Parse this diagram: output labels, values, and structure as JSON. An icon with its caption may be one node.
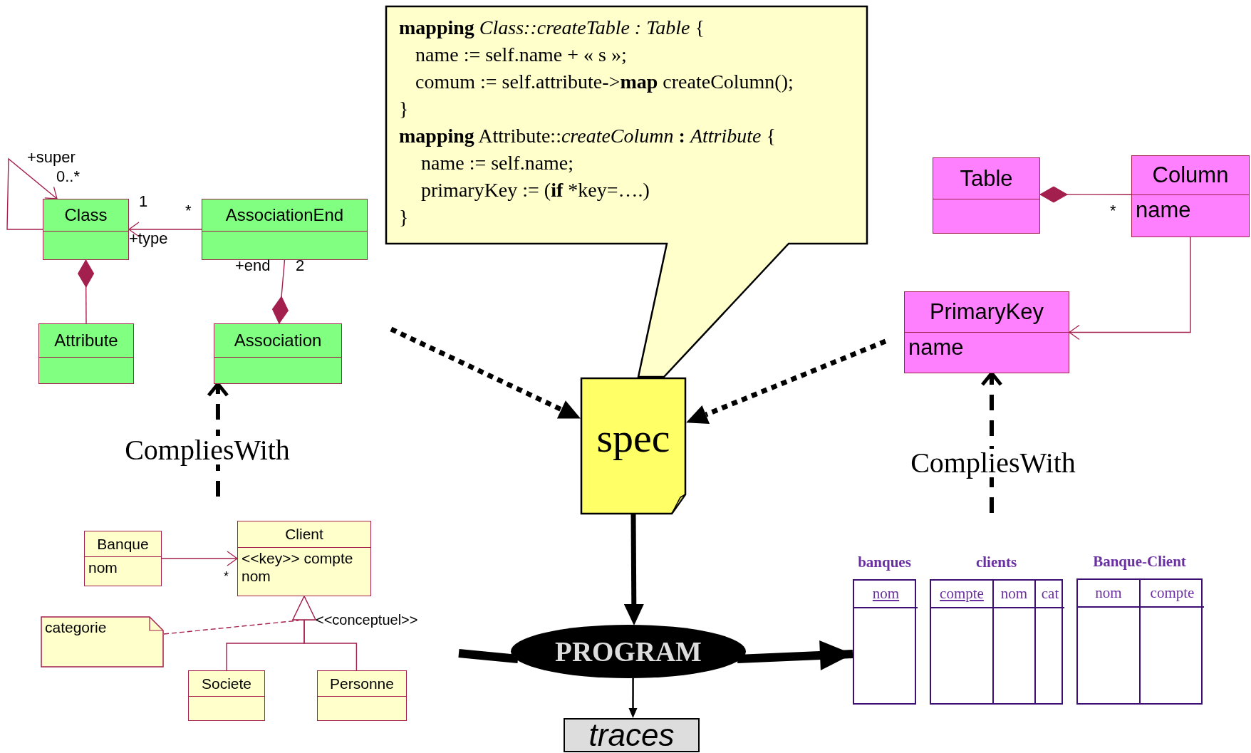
{
  "diagram": {
    "nodes": [
      {
        "text": [
          "Class"
        ]
      },
      {
        "text": [
          "AssociationEnd"
        ]
      },
      {
        "text": [
          "Attribute"
        ]
      },
      {
        "text": [
          "Association"
        ]
      },
      {
        "text": [
          "**mapping** *Class::createTable : Table* {",
          "name := self.name + « s »;",
          "comum := self.attribute->**map** createColumn();",
          "}",
          "**mapping** Attribute::*createColumn* **:** *Attribute* {",
          "name := self.name;",
          "primaryKey := (**if** *key=….)",
          "}"
        ]
      },
      {
        "text": [
          "Table"
        ]
      },
      {
        "text": [
          "Column",
          "name"
        ]
      },
      {
        "text": [
          "PrimaryKey",
          "name"
        ]
      },
      {
        "text": [
          "spec"
        ]
      },
      {
        "text": [
          "Banque",
          "nom"
        ]
      },
      {
        "text": [
          "Client",
          "<<key>> compte",
          "nom"
        ]
      },
      {
        "text": [
          "categorie"
        ]
      },
      {
        "text": [
          "Societe"
        ]
      },
      {
        "text": [
          "Personne"
        ]
      },
      {
        "text": [
          "PROGRAM"
        ]
      },
      {
        "text": [
          "traces"
        ]
      },
      {
        "text": [
          "banques",
          "nom"
        ]
      },
      {
        "text": [
          "clients",
          "compte",
          "nom",
          "cat"
        ]
      },
      {
        "text": [
          "Banque-Client",
          "nom",
          "compte"
        ]
      }
    ],
    "edges": [
      {
        "from": 0,
        "to": 0,
        "arrow": "to"
      },
      {
        "from": 1,
        "to": 0,
        "arrow": "to"
      },
      {
        "from": 2,
        "to": 0,
        "arrow": "other"
      },
      {
        "from": 1,
        "to": 3,
        "arrow": "other"
      },
      {
        "from": 6,
        "to": 5,
        "arrow": "other"
      },
      {
        "from": 6,
        "to": 7,
        "arrow": "to"
      },
      {
        "from": null,
        "to": 3,
        "arrow": "to",
        "label": "CompliesWith",
        "style": "dashed",
        "color": "#000000"
      },
      {
        "from": null,
        "to": 7,
        "arrow": "to",
        "label": "CompliesWith",
        "style": "dashed",
        "color": "#000000"
      },
      {
        "from": null,
        "to": 8,
        "arrow": "to",
        "style": "dashed",
        "color": "#000000"
      },
      {
        "from": null,
        "to": 8,
        "arrow": "to",
        "style": "dashed",
        "color": "#000000"
      },
      {
        "from": 9,
        "to": 10,
        "arrow": "to"
      },
      {
        "from": 12,
        "to": 10,
        "arrow": "to"
      },
      {
        "from": 13,
        "to": 10,
        "arrow": "to"
      },
      {
        "from": 11,
        "to": 10,
        "arrow": "none",
        "style": "dashed"
      },
      {
        "from": 8,
        "to": 14,
        "arrow": "to",
        "style": "thick",
        "color": "#000000"
      },
      {
        "from": null,
        "to": 14,
        "arrow": "none",
        "style": "thick",
        "color": "#000000"
      },
      {
        "from": 14,
        "to": 16,
        "arrow": "to",
        "style": "thick",
        "color": "#000000"
      },
      {
        "from": 14,
        "to": 15,
        "arrow": "to",
        "color": "#000000"
      }
    ],
    "labels": [
      "+super",
      "0..*",
      "1",
      "*",
      "+type",
      "+end",
      "2",
      "*",
      "*",
      "<<conceptuel>>"
    ]
  }
}
